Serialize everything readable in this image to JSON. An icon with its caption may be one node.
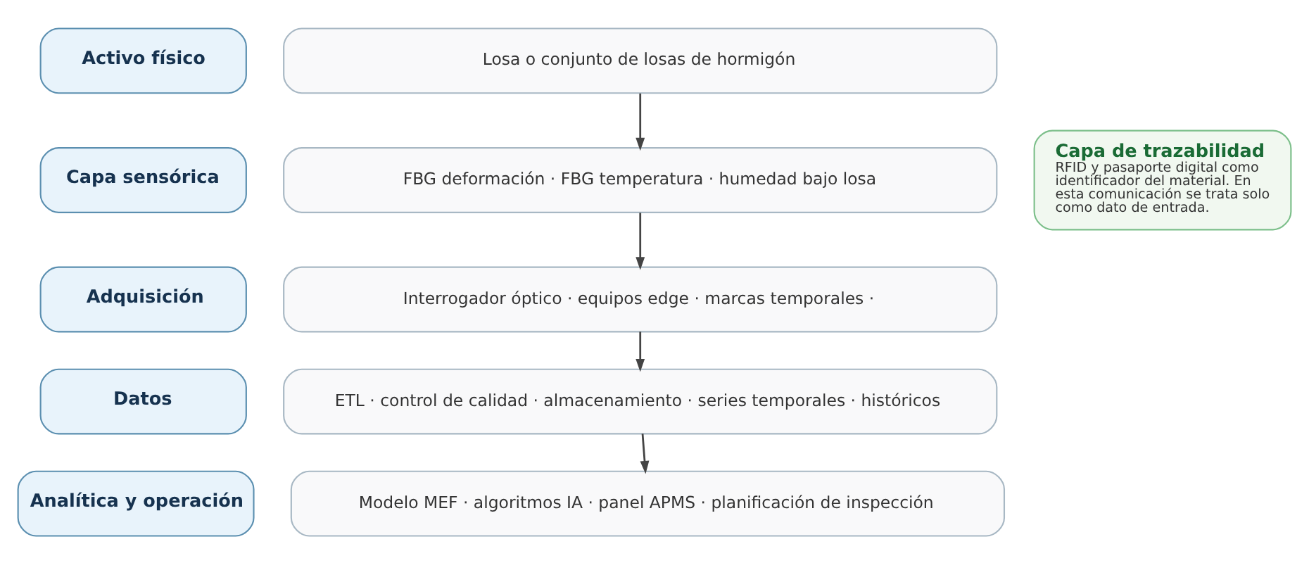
{
  "diagram": {
    "nodes": [
      {
        "text": [
          "Activo físico"
        ]
      },
      {
        "text": [
          "Losa o conjunto de losas de hormigón"
        ]
      },
      {
        "text": [
          "Capa sensórica"
        ]
      },
      {
        "text": [
          "FBG deformación · FBG temperatura · humedad bajo losa"
        ]
      },
      {
        "text": [
          "Adquisición"
        ]
      },
      {
        "text": [
          "Interrogador óptico · equipos edge · marcas temporales ·"
        ]
      },
      {
        "text": [
          "Datos"
        ]
      },
      {
        "text": [
          "ETL · control de calidad · almacenamiento · series temporales · históricos"
        ]
      },
      {
        "text": [
          "Analítica y operación"
        ]
      },
      {
        "text": [
          "Modelo MEF · algoritmos IA · panel APMS · planificación de inspección"
        ]
      },
      {
        "text": [
          "Capa de trazabilidad",
          "RFID y pasaporte digital como identificador del material. En esta comunicación se trata solo como dato de entrada."
        ]
      }
    ],
    "edges": [
      {
        "from": 1,
        "to": 3,
        "arrow": "to"
      },
      {
        "from": 3,
        "to": 5,
        "arrow": "to"
      },
      {
        "from": 5,
        "to": 7,
        "arrow": "to"
      },
      {
        "from": 7,
        "to": 9,
        "arrow": "to"
      }
    ]
  }
}
